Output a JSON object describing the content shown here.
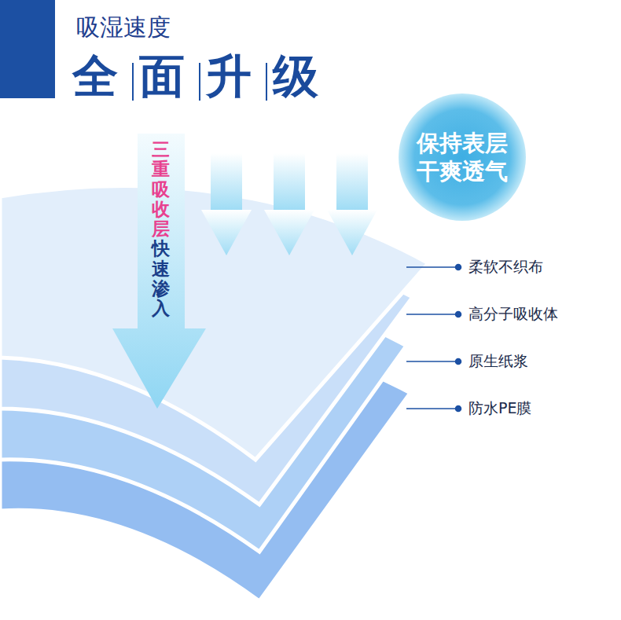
{
  "diagram": {
    "title": "全面升级",
    "nodes": [
      {
        "text": [
          "保持表层 干爽透气"
        ]
      },
      {
        "text": [
          "三重吸收层",
          "快速渗入"
        ]
      }
    ],
    "labels": [
      "吸湿速度",
      "柔软不织布",
      "高分子吸收体",
      "原生纸浆",
      "防水PE膜"
    ]
  }
}
